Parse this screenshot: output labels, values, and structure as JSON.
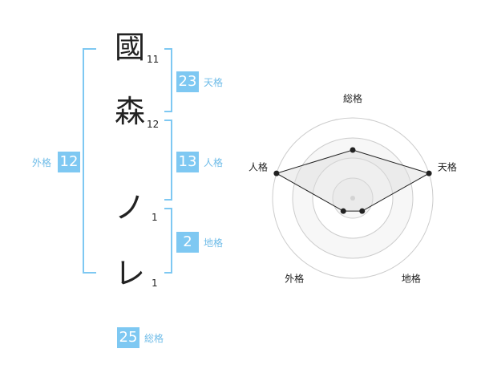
{
  "name": {
    "characters": [
      {
        "char": "國",
        "strokes": "11"
      },
      {
        "char": "森",
        "strokes": "12"
      },
      {
        "char": "ノ",
        "strokes": "1"
      },
      {
        "char": "レ",
        "strokes": "1"
      }
    ]
  },
  "fortune": {
    "ten": {
      "value": "23",
      "label": "天格"
    },
    "jin": {
      "value": "13",
      "label": "人格"
    },
    "chi": {
      "value": "2",
      "label": "地格"
    },
    "gai": {
      "value": "12",
      "label": "外格"
    },
    "sou": {
      "value": "25",
      "label": "総格"
    }
  },
  "colors": {
    "accent": "#7ec8f2",
    "bracket": "#7ec8f2"
  },
  "chart_data": {
    "type": "radar",
    "axes": [
      "総格",
      "天格",
      "地格",
      "外格",
      "人格"
    ],
    "values": [
      3,
      5,
      1,
      1,
      5
    ],
    "range": [
      0,
      5
    ],
    "rings": 4
  }
}
